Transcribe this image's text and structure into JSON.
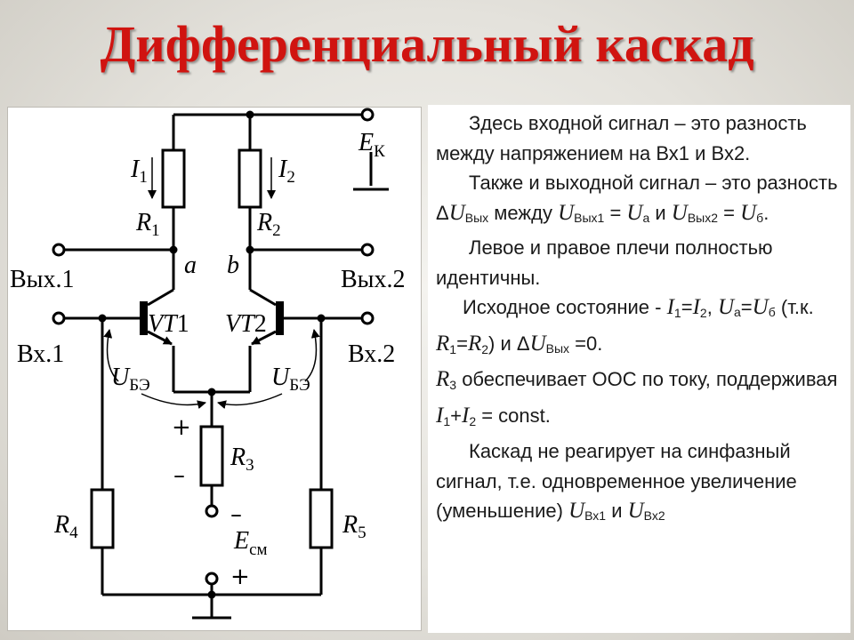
{
  "title": "Дифференциальный каскад",
  "diagram": {
    "labels": {
      "i1": "I",
      "i1_sub": "1",
      "i2": "I",
      "i2_sub": "2",
      "r1": "R",
      "r1_sub": "1",
      "r2": "R",
      "r2_sub": "2",
      "r3": "R",
      "r3_sub": "3",
      "r4": "R",
      "r4_sub": "4",
      "r5": "R",
      "r5_sub": "5",
      "ek": "E",
      "ek_sub": "К",
      "ecm": "E",
      "ecm_sub": "см",
      "node_a": "a",
      "node_b": "b",
      "out1": "Вых.1",
      "out2": "Вых.2",
      "in1": "Вх.1",
      "in2": "Вх.2",
      "vt1": "VT",
      "vt1_num": "1",
      "vt2": "VT",
      "vt2_num": "2",
      "ube_left": "U",
      "ube_left_sub": "БЭ",
      "ube_right": "U",
      "ube_right_sub": "БЭ",
      "plus_r3": "+",
      "minus_r3": "–",
      "minus_ecm": "–",
      "plus_ecm": "+"
    }
  },
  "text": {
    "p1": "Здесь входной сигнал – это разность  между напряжением на Вх1 и Вх2.",
    "p2_a": "Также и выходной сигнал – это разность Δ",
    "p2_U1": "U",
    "p2_s1": "Вых",
    "p2_b": " между ",
    "p2_U2": "U",
    "p2_s2": "Вых1",
    "p2_c": " = ",
    "p2_U3": "U",
    "p2_s3": "а",
    "p2_d": " и ",
    "p2_U4": "U",
    "p2_s4": "Вых2",
    "p2_e": " = ",
    "p2_U5": "U",
    "p2_s5": "б",
    "p2_f": ".",
    "p3": "Левое и правое плечи полностью идентичны.",
    "p4_a": "Исходное состояние - ",
    "p4_I1": "I",
    "p4_s1": "1",
    "p4_eq1": "=",
    "p4_I2": "I",
    "p4_s2": "2",
    "p4_comma": ",",
    "p4_U1": "U",
    "p4_s3": "а",
    "p4_eq2": "=",
    "p4_U2": "U",
    "p4_s4": "б",
    "p4_b": " (т.к. ",
    "p4_R1": "R",
    "p4_s5": "1",
    "p4_eq3": "=",
    "p4_R2": "R",
    "p4_s6": "2",
    "p4_c": ") и Δ",
    "p4_U3": "U",
    "p4_s7": "Вых",
    "p4_d": " =0.",
    "p5_R3": "R",
    "p5_s1": "3",
    "p5_a": " обеспечивает ООС по току, поддерживая ",
    "p5_I1": "I",
    "p5_s2": "1",
    "p5_plus": "+",
    "p5_I2": "I",
    "p5_s3": "2",
    "p5_b": " = const.",
    "p6_a": "Каскад не реагирует на синфазный сигнал, т.е. одновременное увеличение (уменьшение) ",
    "p6_U1": "U",
    "p6_s1": "Вх1",
    "p6_b": " и ",
    "p6_U2": "U",
    "p6_s2": "Вх2"
  }
}
